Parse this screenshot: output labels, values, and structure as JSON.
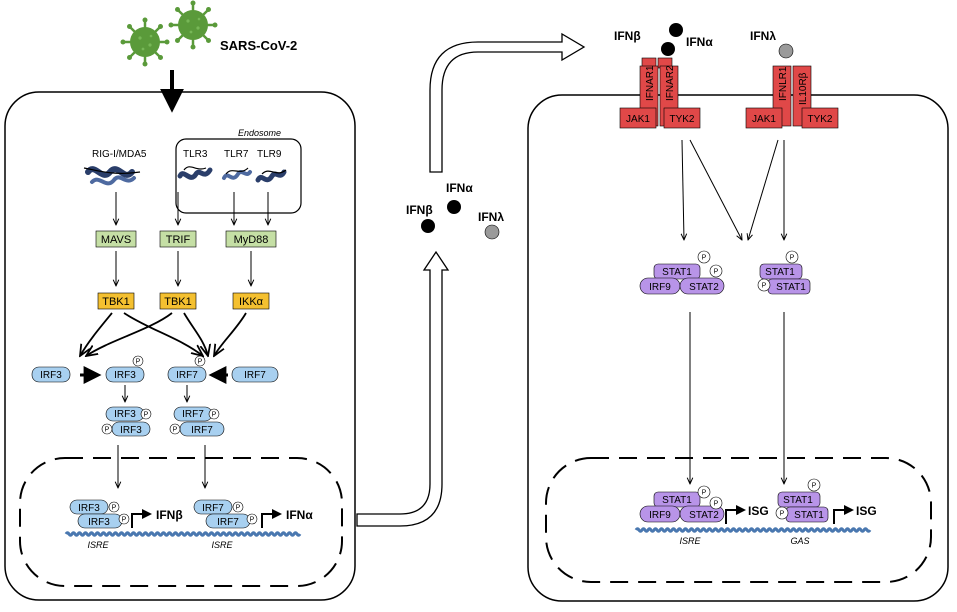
{
  "virus": {
    "label": "SARS-CoV-2"
  },
  "left_cell": {
    "endosome_label": "Endosome",
    "receptors": [
      "RIG-I/MDA5",
      "TLR3",
      "TLR7",
      "TLR9"
    ],
    "adaptors": [
      "MAVS",
      "TRIF",
      "MyD88"
    ],
    "kinases": [
      "TBK1",
      "TBK1",
      "IKKα"
    ],
    "irf3": "IRF3",
    "irf7": "IRF7",
    "p": "P",
    "nucleus": {
      "products": [
        "IFNβ",
        "IFNα"
      ],
      "elements": [
        "ISRE",
        "ISRE"
      ]
    }
  },
  "extracellular": {
    "ifn_alpha": "IFNα",
    "ifn_beta": "IFNβ",
    "ifn_lambda": "IFNλ"
  },
  "right_cell": {
    "ligands": {
      "ifn_beta": "IFNβ",
      "ifn_alpha": "IFNα",
      "ifn_lambda": "IFNλ"
    },
    "receptor_chains": [
      "IFNAR1",
      "IFNAR2",
      "IFNLR1",
      "IL10Rβ"
    ],
    "jak": [
      "JAK1",
      "TYK2",
      "JAK1",
      "TYK2"
    ],
    "stat1": "STAT1",
    "stat2": "STAT2",
    "irf9": "IRF9",
    "p": "P",
    "nucleus": {
      "product": "ISG",
      "elements": [
        "ISRE",
        "GAS"
      ]
    }
  },
  "colors": {
    "virus": "#5a9a3a",
    "adaptor": "#c5dfa5",
    "kinase": "#f4c030",
    "irf": "#a8d0f0",
    "receptor": "#e04848",
    "stat": "#b894e8",
    "dna": "#4a78b0",
    "ifn_black": "#000000",
    "ifn_gray": "#9a9a9a"
  }
}
